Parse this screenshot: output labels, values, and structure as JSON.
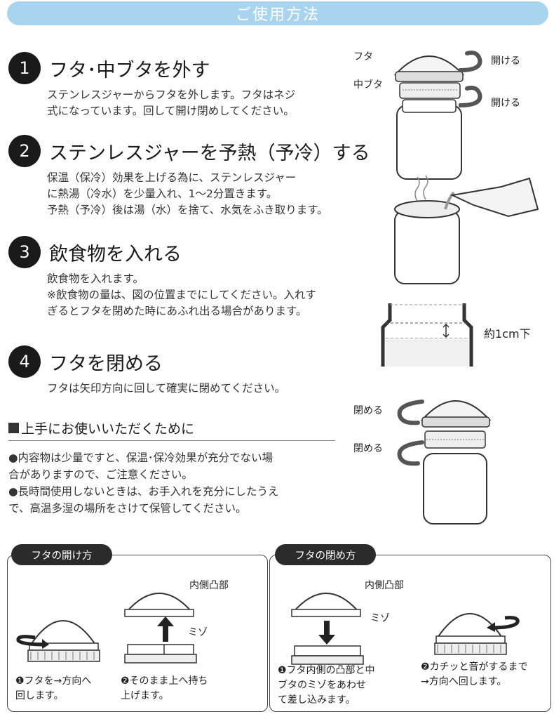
{
  "header": {
    "title": "ご使用方法"
  },
  "steps": [
    {
      "num": "1",
      "title": "フタ･中ブタを外す",
      "body": [
        "ステンレスジャーからフタを外します。フタはネジ",
        "式になっています。回して開け閉めしてください。"
      ]
    },
    {
      "num": "2",
      "title": "ステンレスジャーを予熱（予冷）する",
      "body": [
        "保温（保冷）効果を上げる為に、ステンレスジャー",
        "に熱湯（冷水）を少量入れ、1～2分置きます。",
        "予熱（予冷）後は湯（水）を捨て、水気をふき取ります。"
      ]
    },
    {
      "num": "3",
      "title": "飲食物を入れる",
      "body": [
        "飲食物を入れます。",
        "※飲食物の量は、図の位置までにしてください。入れす",
        "ぎるとフタを閉めた時にあふれ出る場合があります。"
      ]
    },
    {
      "num": "4",
      "title": "フタを閉める",
      "body": [
        "フタは矢印方向に回して確実に閉めてください。"
      ]
    }
  ],
  "tips": {
    "heading": "上手にお使いいただくために",
    "lines": [
      "●内容物は少量ですと、保温･保冷効果が充分でない場",
      "合がありますので、ご注意ください。",
      "●長時間使用しないときは、お手入れを充分にしたうえ",
      "で、高温多湿の場所をさけて保管してください。"
    ]
  },
  "illustrations": {
    "lid_label": "フタ",
    "inner_lid_label": "中ブタ",
    "open_label_1": "開ける",
    "open_label_2": "開ける",
    "level_label": "約1cm下",
    "close_label_1": "閉める",
    "close_label_2": "閉める"
  },
  "open_panel": {
    "title": "フタの開け方",
    "protrusion_label": "内側凸部",
    "groove_label": "ミゾ",
    "caption_1": [
      "❶フタを→方向へ",
      "回します。"
    ],
    "caption_2": [
      "❷そのまま上へ持ち",
      "上げます。"
    ]
  },
  "close_panel": {
    "title": "フタの閉め方",
    "protrusion_label": "内側凸部",
    "groove_label": "ミゾ",
    "caption_1": [
      "❶フタ内側の凸部と中",
      "ブタのミゾをあわせ",
      "て差し込みます。"
    ],
    "caption_2": [
      "❷カチッと音がするまで",
      "→方向へ回します。"
    ]
  },
  "colors": {
    "header_bg": "#a9d4ef",
    "header_text": "#ffffff",
    "tab_bg": "#2b2b2b",
    "step_circle": "#1a1a1a"
  }
}
